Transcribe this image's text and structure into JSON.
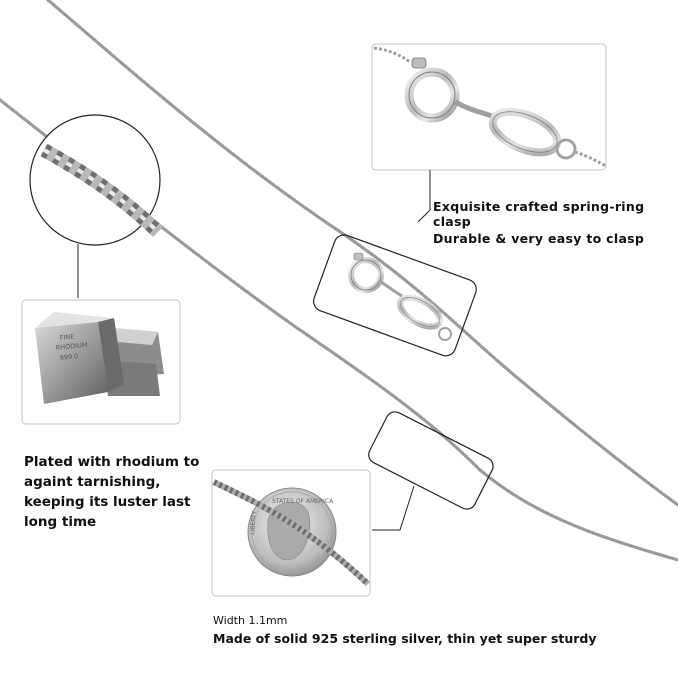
{
  "callouts": {
    "clasp_line1": "Exquisite crafted spring-ring clasp",
    "clasp_line2": "Durable & very easy to clasp",
    "rhodium": "Plated with rhodium to againt tarnishing, keeping its luster last long time",
    "width_line1": "Width 1.1mm",
    "width_line2": "Made of solid 925 sterling silver, thin yet super sturdy"
  },
  "ingot_engraving": [
    "FINE",
    "RHODIUM",
    "999.0"
  ],
  "coin_legend": [
    "STATES OF AMERICA",
    "LIBERTY"
  ],
  "colors": {
    "chain": "#9a9a9a",
    "frame": "#bdbdbd",
    "line": "#222222"
  }
}
